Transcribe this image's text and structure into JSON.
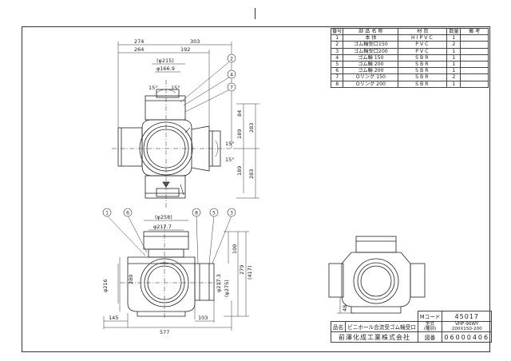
{
  "parts_table": {
    "headers": [
      "番号",
      "部 品 名 称",
      "材 質",
      "数量",
      "備 考"
    ],
    "rows": [
      {
        "no": "1",
        "name": "本 体",
        "material": "HIPVC",
        "qty": "1",
        "note": ""
      },
      {
        "no": "2",
        "name": "ゴム輪受口150",
        "material": "PVC",
        "qty": "2",
        "note": ""
      },
      {
        "no": "3",
        "name": "ゴム輪受口200",
        "material": "PVC",
        "qty": "1",
        "note": ""
      },
      {
        "no": "4",
        "name": "ゴム輪 150",
        "material": "SBR",
        "qty": "1",
        "note": ""
      },
      {
        "no": "5",
        "name": "ゴム輪 200",
        "material": "SBR",
        "qty": "1",
        "note": ""
      },
      {
        "no": "6",
        "name": "ゴム輪 200",
        "material": "SBR",
        "qty": "1",
        "note": ""
      },
      {
        "no": "7",
        "name": "Oリング 150",
        "material": "SBR",
        "qty": "2",
        "note": ""
      },
      {
        "no": "8",
        "name": "Oリング 200",
        "material": "SBR",
        "qty": "1",
        "note": ""
      }
    ]
  },
  "title_block": {
    "mcode_label": "Mコード",
    "mcode_value": "45017",
    "name_label": "品名",
    "product_name": "ビニホール合流受ゴム輪受口",
    "model_label_1": "型式",
    "model_label_2": "(種別)",
    "model_1": "VHF-90WY",
    "model_2": "200X150-200",
    "company": "前澤化成工業株式会社",
    "dwg_label": "図番",
    "dwg_no": "06000406"
  },
  "top_view": {
    "dims": {
      "d274": "274",
      "d303": "303",
      "d264": "264",
      "d192": "192",
      "d215": "(φ215)",
      "d166": "φ166.9",
      "d84": "84",
      "d189a": "189",
      "d283a": "283",
      "d189b": "189",
      "d283b": "283",
      "ang15a": "15°",
      "ang15b": "15°",
      "ang15c": "15°",
      "ang15d": "15°"
    },
    "callouts": [
      "2",
      "4",
      "7"
    ]
  },
  "front_view": {
    "dims": {
      "d258": "(φ258)",
      "d217": "φ217.7",
      "d100": "100",
      "d279": "279",
      "d417": "(417)",
      "d280": "280",
      "d216": "φ216",
      "d2173": "φ217.3",
      "d275": "(φ275)",
      "d145": "145",
      "d103": "103",
      "d577": "577"
    },
    "callouts": [
      "1",
      "6",
      "8",
      "5",
      "3"
    ]
  },
  "iso_view": {
    "d48": "48"
  }
}
